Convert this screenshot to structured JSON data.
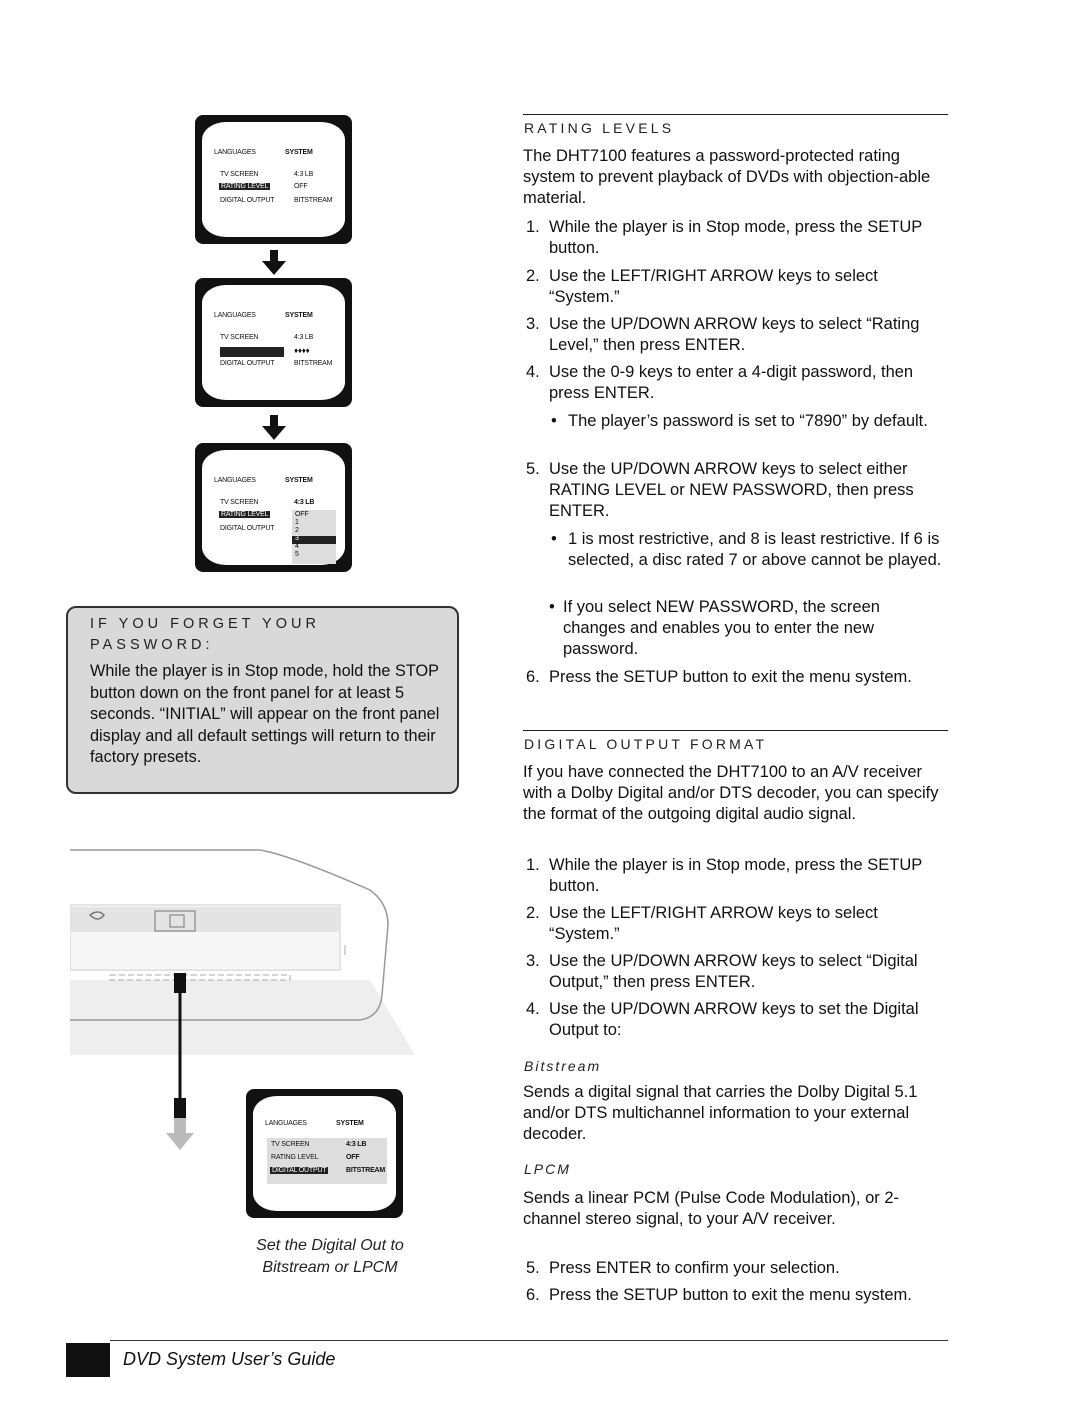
{
  "screens": {
    "screen1": {
      "tab_languages": "LANGUAGES",
      "tab_system": "SYSTEM",
      "rows": [
        {
          "label": "TV SCREEN",
          "value": "4:3 LB"
        },
        {
          "label": "RATING LEVEL",
          "value": "OFF"
        },
        {
          "label": "DIGITAL OUTPUT",
          "value": "BITSTREAM"
        }
      ]
    },
    "screen2": {
      "tab_languages": "LANGUAGES",
      "tab_system": "SYSTEM",
      "rows": [
        {
          "label": "TV SCREEN",
          "value": "4:3 LB"
        },
        {
          "label": "",
          "value": "♦♦♦♦"
        },
        {
          "label": "DIGITAL OUTPUT",
          "value": "BITSTREAM"
        }
      ]
    },
    "screen3": {
      "tab_languages": "LANGUAGES",
      "tab_system": "SYSTEM",
      "rows": [
        {
          "label": "TV SCREEN",
          "value": "4:3 LB"
        },
        {
          "label": "RATING LEVEL",
          "value": "OFF"
        },
        {
          "label": "DIGITAL OUTPUT",
          "value": ""
        }
      ],
      "options": [
        "OFF",
        "1",
        "2",
        "3",
        "4",
        "5"
      ],
      "selected_option": "3"
    },
    "screen4": {
      "tab_languages": "LANGUAGES",
      "tab_system": "SYSTEM",
      "rows": [
        {
          "label": "TV SCREEN",
          "value": "4:3 LB"
        },
        {
          "label": "RATING LEVEL",
          "value": "OFF"
        },
        {
          "label": "DIGITAL OUTPUT",
          "value": "BITSTREAM"
        }
      ]
    }
  },
  "password_box": {
    "heading_line1": "IF YOU FORGET YOUR",
    "heading_line2": "PASSWORD:",
    "body": "While the player is in Stop mode, hold the STOP button down on the front panel for at least 5 seconds. “INITIAL” will appear on the front panel display and all default settings will return to their factory presets."
  },
  "caption": {
    "line1": "Set the Digital Out to",
    "line2": "Bitstream or LPCM"
  },
  "rating_levels": {
    "heading": "RATING LEVELS",
    "intro": "The DHT7100 features a password-protected rating system to prevent playback of DVDs with objection-able material.",
    "steps": [
      {
        "num": "1.",
        "text": "While the player is in Stop mode, press the SETUP button."
      },
      {
        "num": "2.",
        "text": "Use the LEFT/RIGHT ARROW keys to select “System.”"
      },
      {
        "num": "3.",
        "text": "Use the UP/DOWN ARROW keys to select “Rating Level,” then press ENTER."
      },
      {
        "num": "4.",
        "text": "Use the 0-9 keys to enter a 4-digit password, then press ENTER."
      },
      {
        "num": "•",
        "text": "The player’s password is set to “7890” by default."
      },
      {
        "num": "5.",
        "text": "Use the UP/DOWN ARROW keys to select either RATING LEVEL or NEW PASSWORD, then press ENTER."
      },
      {
        "num": "•",
        "text": "1 is most restrictive, and 8 is least restrictive. If 6 is selected, a disc rated 7 or above cannot be played."
      },
      {
        "num": "•",
        "text": "If you select NEW PASSWORD, the screen changes and enables you to enter the new password."
      },
      {
        "num": "6.",
        "text": "Press the SETUP button to exit the menu system."
      }
    ]
  },
  "digital_output": {
    "heading": "DIGITAL OUTPUT FORMAT",
    "intro": "If you have connected the DHT7100 to an A/V receiver with a Dolby Digital and/or DTS decoder, you can specify the format of the outgoing digital audio signal.",
    "steps": [
      {
        "num": "1.",
        "text": "While the player is in Stop mode, press the SETUP button."
      },
      {
        "num": "2.",
        "text": "Use the LEFT/RIGHT ARROW keys to select “System.”"
      },
      {
        "num": "3.",
        "text": "Use the UP/DOWN ARROW keys to select “Digital Output,” then press ENTER."
      },
      {
        "num": "4.",
        "text": "Use the UP/DOWN ARROW keys to set the Digital Output to:"
      }
    ],
    "bitstream_label": "Bitstream",
    "bitstream_text": "Sends a digital signal that carries the Dolby Digital 5.1 and/or DTS multichannel information to your external decoder.",
    "lpcm_label": "LPCM",
    "lpcm_text": "Sends a linear PCM (Pulse Code Modulation), or 2-channel stereo signal, to your A/V receiver.",
    "steps_after": [
      {
        "num": "5.",
        "text": "Press ENTER to confirm your selection."
      },
      {
        "num": "6.",
        "text": "Press the SETUP button to exit the menu system."
      }
    ]
  },
  "footer": {
    "title": "DVD System User’s Guide"
  }
}
